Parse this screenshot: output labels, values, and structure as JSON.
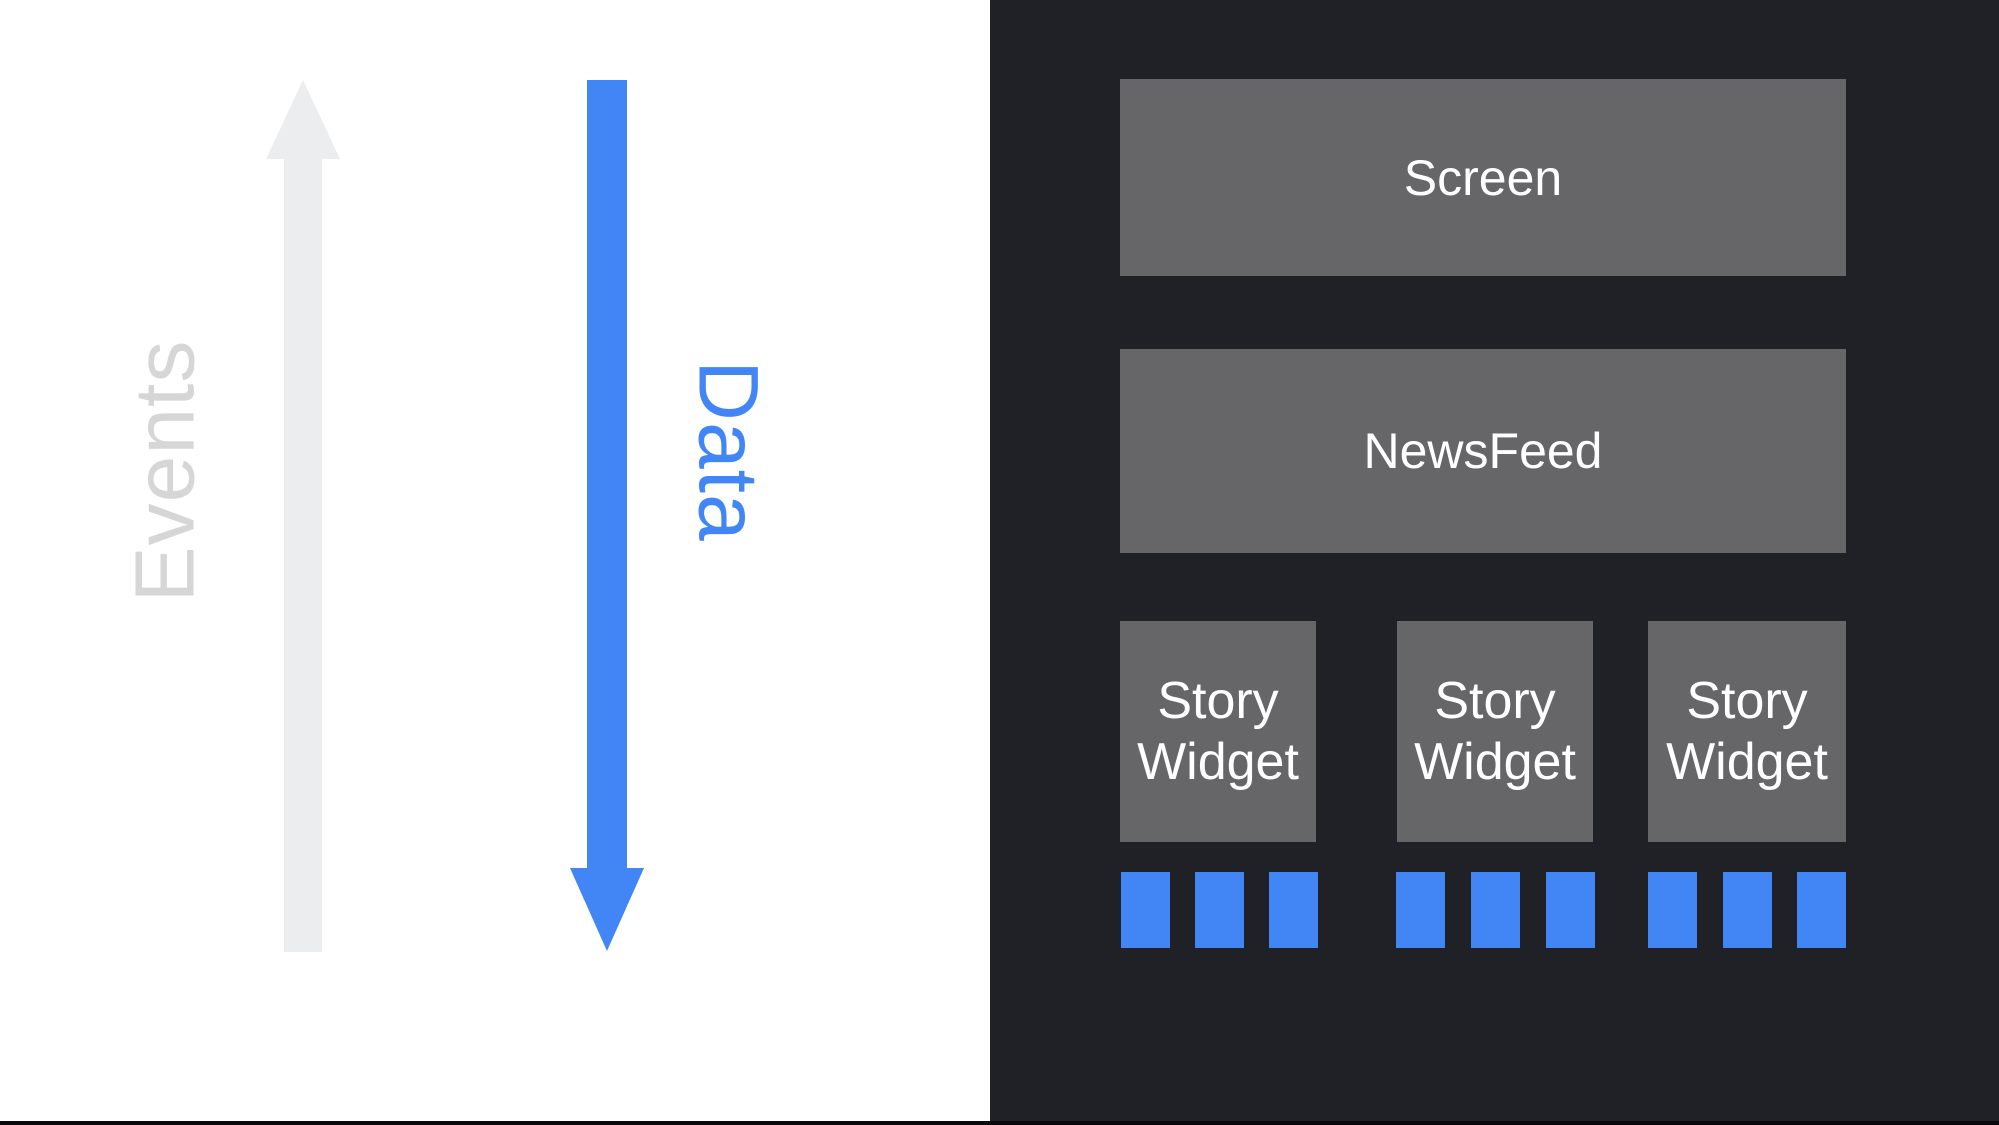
{
  "left_panel": {
    "events_label": "Events",
    "data_label": "Data"
  },
  "right_panel": {
    "screen_label": "Screen",
    "newsfeed_label": "NewsFeed",
    "story_widgets": [
      {
        "label": "Story Widget"
      },
      {
        "label": "Story Widget"
      },
      {
        "label": "Story Widget"
      }
    ]
  },
  "icons": {
    "events_arrow": "arrow-up-icon",
    "data_arrow": "arrow-down-icon"
  },
  "colors": {
    "white": "#FFFFFF",
    "blue": "#4285F4",
    "arrow-gray": "#ECEDEE",
    "events-gray": "#D6D6D6",
    "panel-dark": "#1F2126",
    "box-gray": "#666668",
    "bottom-strip": "#0A0A0C"
  }
}
